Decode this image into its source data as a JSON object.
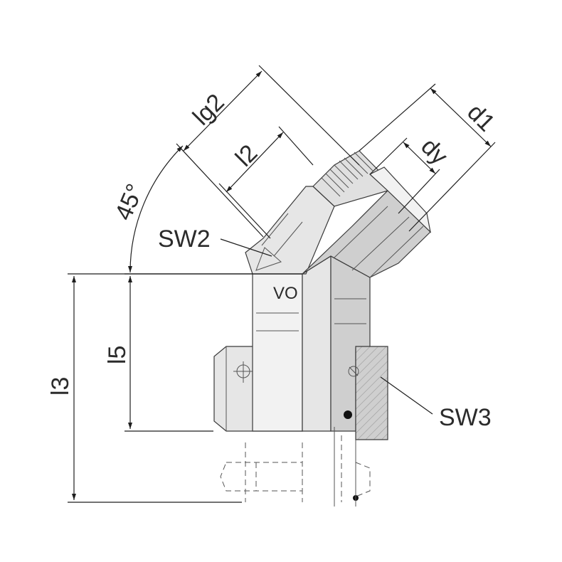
{
  "labels": {
    "lg2": "lg2",
    "l2": "l2",
    "d1": "d1",
    "dy": "dy",
    "angle": "45°",
    "sw2": "SW2",
    "sw3": "SW3",
    "l3": "l3",
    "l5": "l5",
    "marking": "VO"
  },
  "colors": {
    "line": "#1e1e1e",
    "body_fill": "#e6e6e6",
    "section_fill": "#cfcfcf",
    "light_fill": "#f2f2f2"
  }
}
